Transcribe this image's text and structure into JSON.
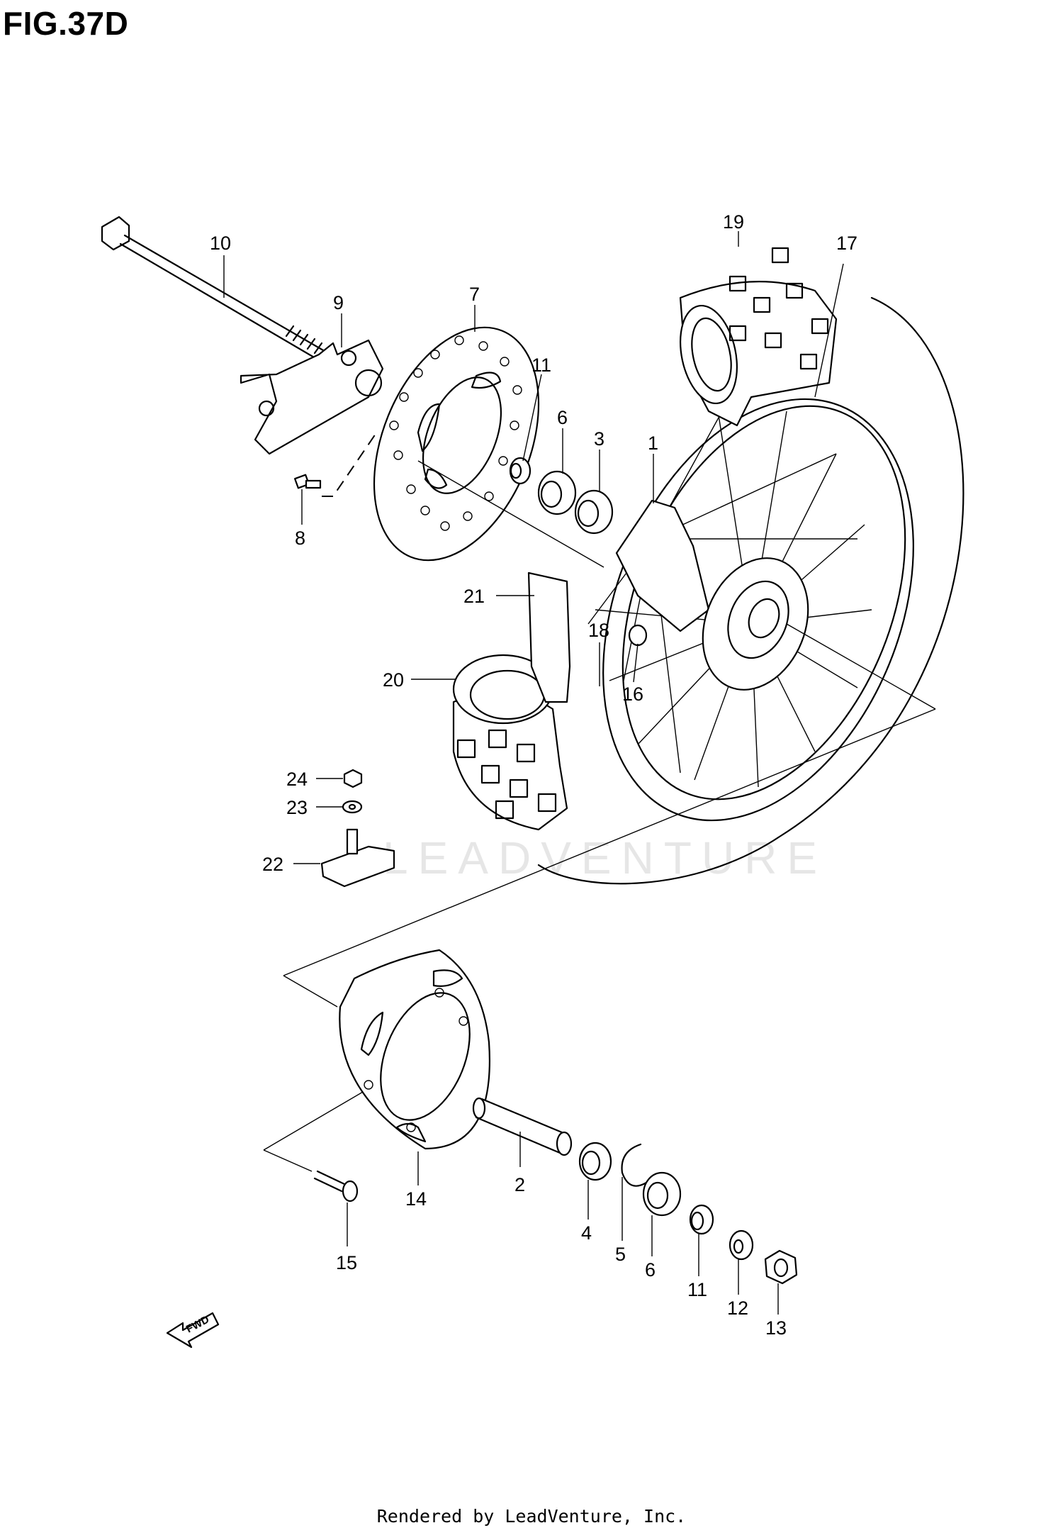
{
  "figure": {
    "title": "FIG.37D"
  },
  "watermark": {
    "text": "LEADVENTURE"
  },
  "fwd_label": "FWD",
  "footer": {
    "text": "Rendered by LeadVenture, Inc."
  },
  "callouts": [
    {
      "id": "c1",
      "label": "1"
    },
    {
      "id": "c2",
      "label": "2"
    },
    {
      "id": "c3",
      "label": "3"
    },
    {
      "id": "c4",
      "label": "4"
    },
    {
      "id": "c5",
      "label": "5"
    },
    {
      "id": "c6a",
      "label": "6"
    },
    {
      "id": "c6b",
      "label": "6"
    },
    {
      "id": "c7",
      "label": "7"
    },
    {
      "id": "c8",
      "label": "8"
    },
    {
      "id": "c9",
      "label": "9"
    },
    {
      "id": "c10",
      "label": "10"
    },
    {
      "id": "c11a",
      "label": "11"
    },
    {
      "id": "c11b",
      "label": "11"
    },
    {
      "id": "c12",
      "label": "12"
    },
    {
      "id": "c13",
      "label": "13"
    },
    {
      "id": "c14",
      "label": "14"
    },
    {
      "id": "c15",
      "label": "15"
    },
    {
      "id": "c16",
      "label": "16"
    },
    {
      "id": "c17",
      "label": "17"
    },
    {
      "id": "c18",
      "label": "18"
    },
    {
      "id": "c19",
      "label": "19"
    },
    {
      "id": "c20",
      "label": "20"
    },
    {
      "id": "c21",
      "label": "21"
    },
    {
      "id": "c22",
      "label": "22"
    },
    {
      "id": "c23",
      "label": "23"
    },
    {
      "id": "c24",
      "label": "24"
    }
  ]
}
